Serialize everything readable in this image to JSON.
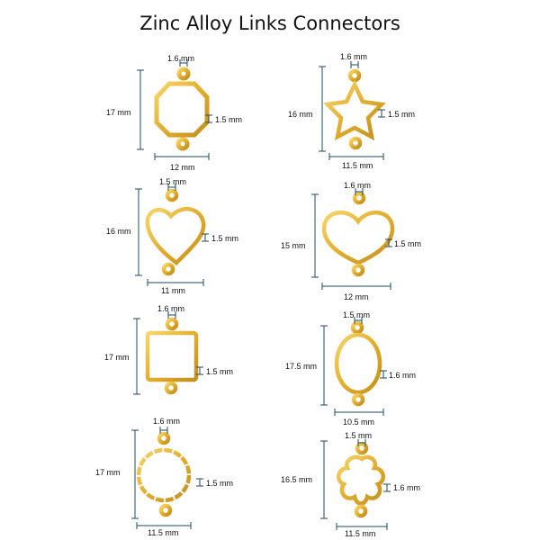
{
  "title": "Zinc Alloy Links Connectors",
  "colors": {
    "gold": "#e7b63a",
    "gold_dark": "#b8841a",
    "dimension_line": "#1f4a63"
  },
  "items": [
    {
      "name": "octagon",
      "icon": "octagon-connector-icon",
      "height": "17 mm",
      "width": "12 mm",
      "hole": "1.6 mm",
      "thickness": "1.5 mm"
    },
    {
      "name": "star",
      "icon": "star-connector-icon",
      "height": "16 mm",
      "width": "11.5 mm",
      "hole": "1.6 mm",
      "thickness": "1.5 mm"
    },
    {
      "name": "heart-tilted",
      "icon": "heart-connector-icon",
      "height": "16 mm",
      "width": "11 mm",
      "hole": "1.5 mm",
      "thickness": "1.5 mm"
    },
    {
      "name": "heart",
      "icon": "heart-connector-icon",
      "height": "15 mm",
      "width": "12 mm",
      "hole": "1.6 mm",
      "thickness": "1.5 mm"
    },
    {
      "name": "square",
      "icon": "square-connector-icon",
      "height": "17 mm",
      "width": "",
      "hole": "1.6 mm",
      "thickness": "1.5 mm"
    },
    {
      "name": "oval",
      "icon": "oval-connector-icon",
      "height": "17.5 mm",
      "width": "10.5 mm",
      "hole": "1.5 mm",
      "thickness": "1.6 mm"
    },
    {
      "name": "circle",
      "icon": "round-connector-icon",
      "height": "17 mm",
      "width": "11.5 mm",
      "hole": "1.6 mm",
      "thickness": "1.5 mm"
    },
    {
      "name": "flower",
      "icon": "flower-connector-icon",
      "height": "16.5 mm",
      "width": "11.5 mm",
      "hole": "1.5 mm",
      "thickness": "1.6 mm"
    }
  ]
}
